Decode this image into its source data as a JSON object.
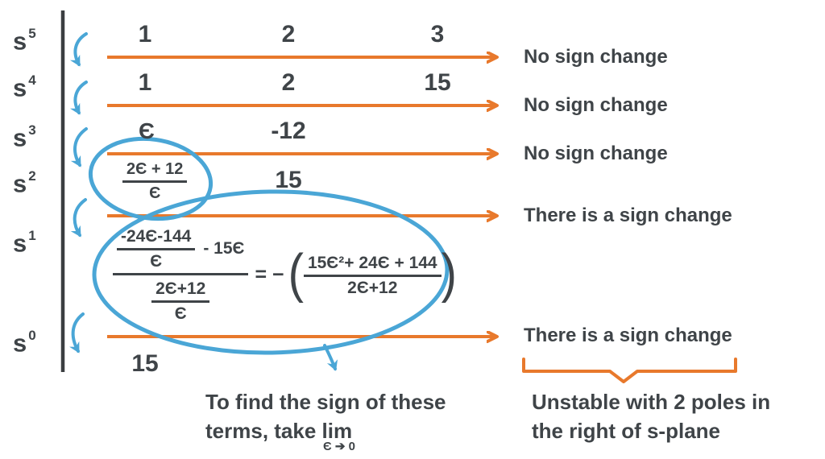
{
  "colors": {
    "orange": "#e8792c",
    "blue": "#4aa6d6",
    "ink": "#3f4448",
    "divider": "#3b3e41"
  },
  "powers": [
    {
      "base": "s",
      "exp": "5"
    },
    {
      "base": "s",
      "exp": "4"
    },
    {
      "base": "s",
      "exp": "3"
    },
    {
      "base": "s",
      "exp": "2"
    },
    {
      "base": "s",
      "exp": "1"
    },
    {
      "base": "s",
      "exp": "0"
    }
  ],
  "rows": {
    "s5": {
      "c1": "1",
      "c2": "2",
      "c3": "3"
    },
    "s4": {
      "c1": "1",
      "c2": "2",
      "c3": "15"
    },
    "s3": {
      "c1": "Є",
      "c2": "-12"
    },
    "s2": {
      "frac_num": "2Є + 12",
      "frac_den": "Є",
      "c2": "15"
    },
    "s1": {
      "num_frac_num": "-24Є-144",
      "num_frac_den": "Є",
      "num_tail": "- 15Є",
      "den_frac_num": "2Є+12",
      "den_frac_den": "Є",
      "equals": "= −",
      "open_paren": "(",
      "rhs_num": "15Є²+ 24Є + 144",
      "rhs_den": "2Є+12",
      "close_paren": ")"
    },
    "s0": {
      "c1": "15"
    }
  },
  "results": [
    "No sign change",
    "No sign change",
    "No sign change",
    "There is a sign change",
    "There is a sign change"
  ],
  "notes": {
    "lim_line1": "To find the sign of these",
    "lim_line2": "terms, take lim",
    "lim_sub": "Є ➔ 0",
    "conclusion_line1": "Unstable with 2 poles in",
    "conclusion_line2": "the right of s-plane"
  }
}
